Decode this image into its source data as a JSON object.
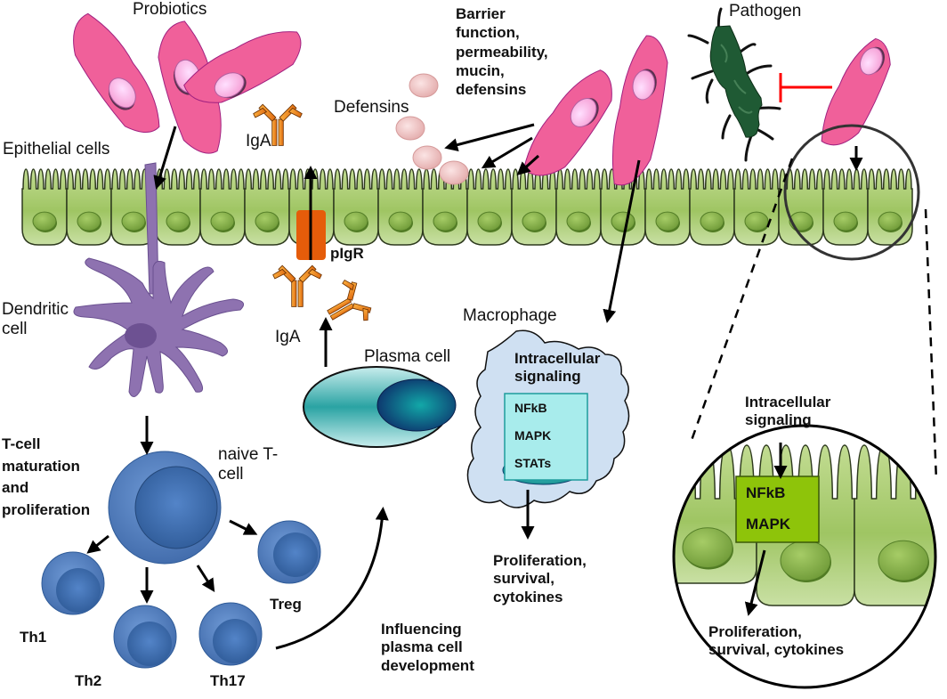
{
  "figure": {
    "title": "Probiotic effects on intestinal epithelium and immune cells"
  },
  "labels": {
    "probiotics": "Probiotics",
    "pathogen": "Pathogen",
    "epithelial_cells": "Epithelial  cells",
    "defensins": "Defensins",
    "barrier": "Barrier\nfunction,\npermeability,\nmucin,\ndefensins",
    "iga_top": "IgA",
    "iga_bottom": "IgA",
    "pigr": "pIgR",
    "dendritic_cell": "Dendritic\ncell",
    "tcell_maturation": "T-cell\nmaturation\nand\nproliferation",
    "naive_tcell": "naive  T-\ncell",
    "th1": "Th1",
    "th2": "Th2",
    "th17": "Th17",
    "treg": "Treg",
    "plasma_cell": "Plasma  cell",
    "influencing": "Influencing\nplasma cell\ndevelopment",
    "macrophage": "Macrophage",
    "macrophage_signaling": "Intracellular\nsignaling",
    "macrophage_outcome": "Proliferation,\nsurvival,\ncytokines",
    "inset_signaling": "Intracellular\nsignaling",
    "inset_outcome": "Proliferation,\nsurvival, cytokines"
  },
  "macrophage_pathways": [
    "NFkB",
    "MAPK",
    "STATs"
  ],
  "inset_pathways": [
    "NFkB",
    "MAPK"
  ],
  "colors": {
    "probiotic": "#f0609a",
    "probiotic_nucleus": "#f8b0e0",
    "epithelium": "#a9c96e",
    "epithelium_dark": "#6e9a3a",
    "dendritic": "#8e72b0",
    "tcell": "#4a78b8",
    "iga": "#f08a1e",
    "pigr": "#e55c0a",
    "defensin": "#f0c4c4",
    "pathogen": "#1f5a34",
    "inhibit": "#ff0000",
    "plasma": "#2aa3a3",
    "macrophage": "#cfe0f2",
    "macro_box": "#a8ecec",
    "inset_box": "#8ec40a"
  }
}
